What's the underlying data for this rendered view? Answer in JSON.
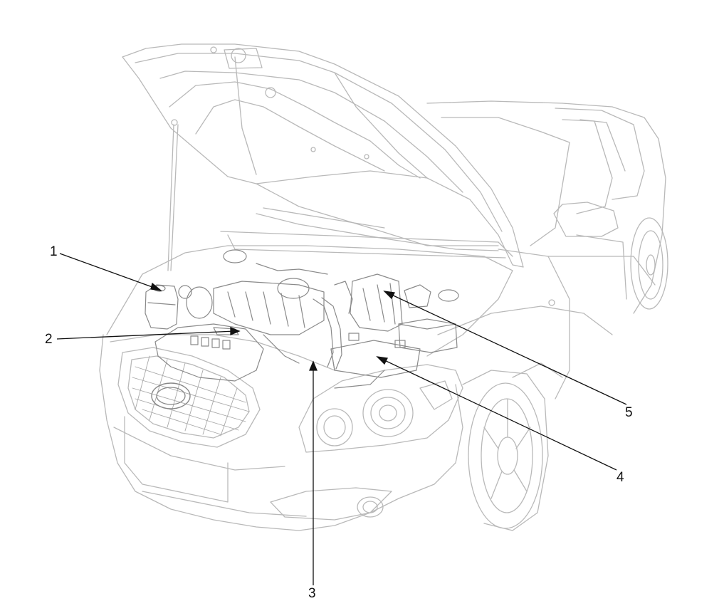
{
  "callouts": [
    {
      "label": "1"
    },
    {
      "label": "2"
    },
    {
      "label": "3"
    },
    {
      "label": "4"
    },
    {
      "label": "5"
    }
  ],
  "colors": {
    "outline": "#b9b9b9",
    "detail": "#8a8a8a",
    "leader": "#111111"
  }
}
